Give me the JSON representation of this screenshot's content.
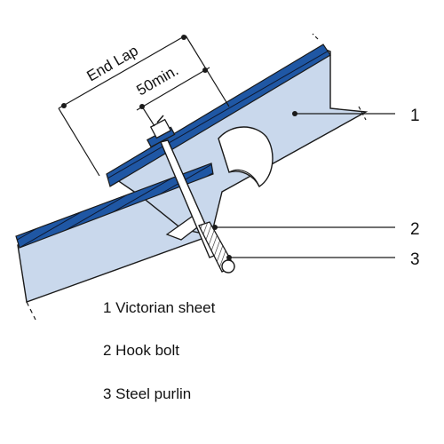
{
  "dimensions": {
    "end_lap": "End Lap",
    "min_edge": "50min."
  },
  "callouts": [
    "1",
    "2",
    "3"
  ],
  "legend": [
    "1 Victorian sheet",
    "2 Hook bolt",
    "3 Steel purlin"
  ],
  "colors": {
    "sheet_fill": "#c9d8ec",
    "sheet_blue": "#1f57a4",
    "outline": "#1a1a1a"
  }
}
